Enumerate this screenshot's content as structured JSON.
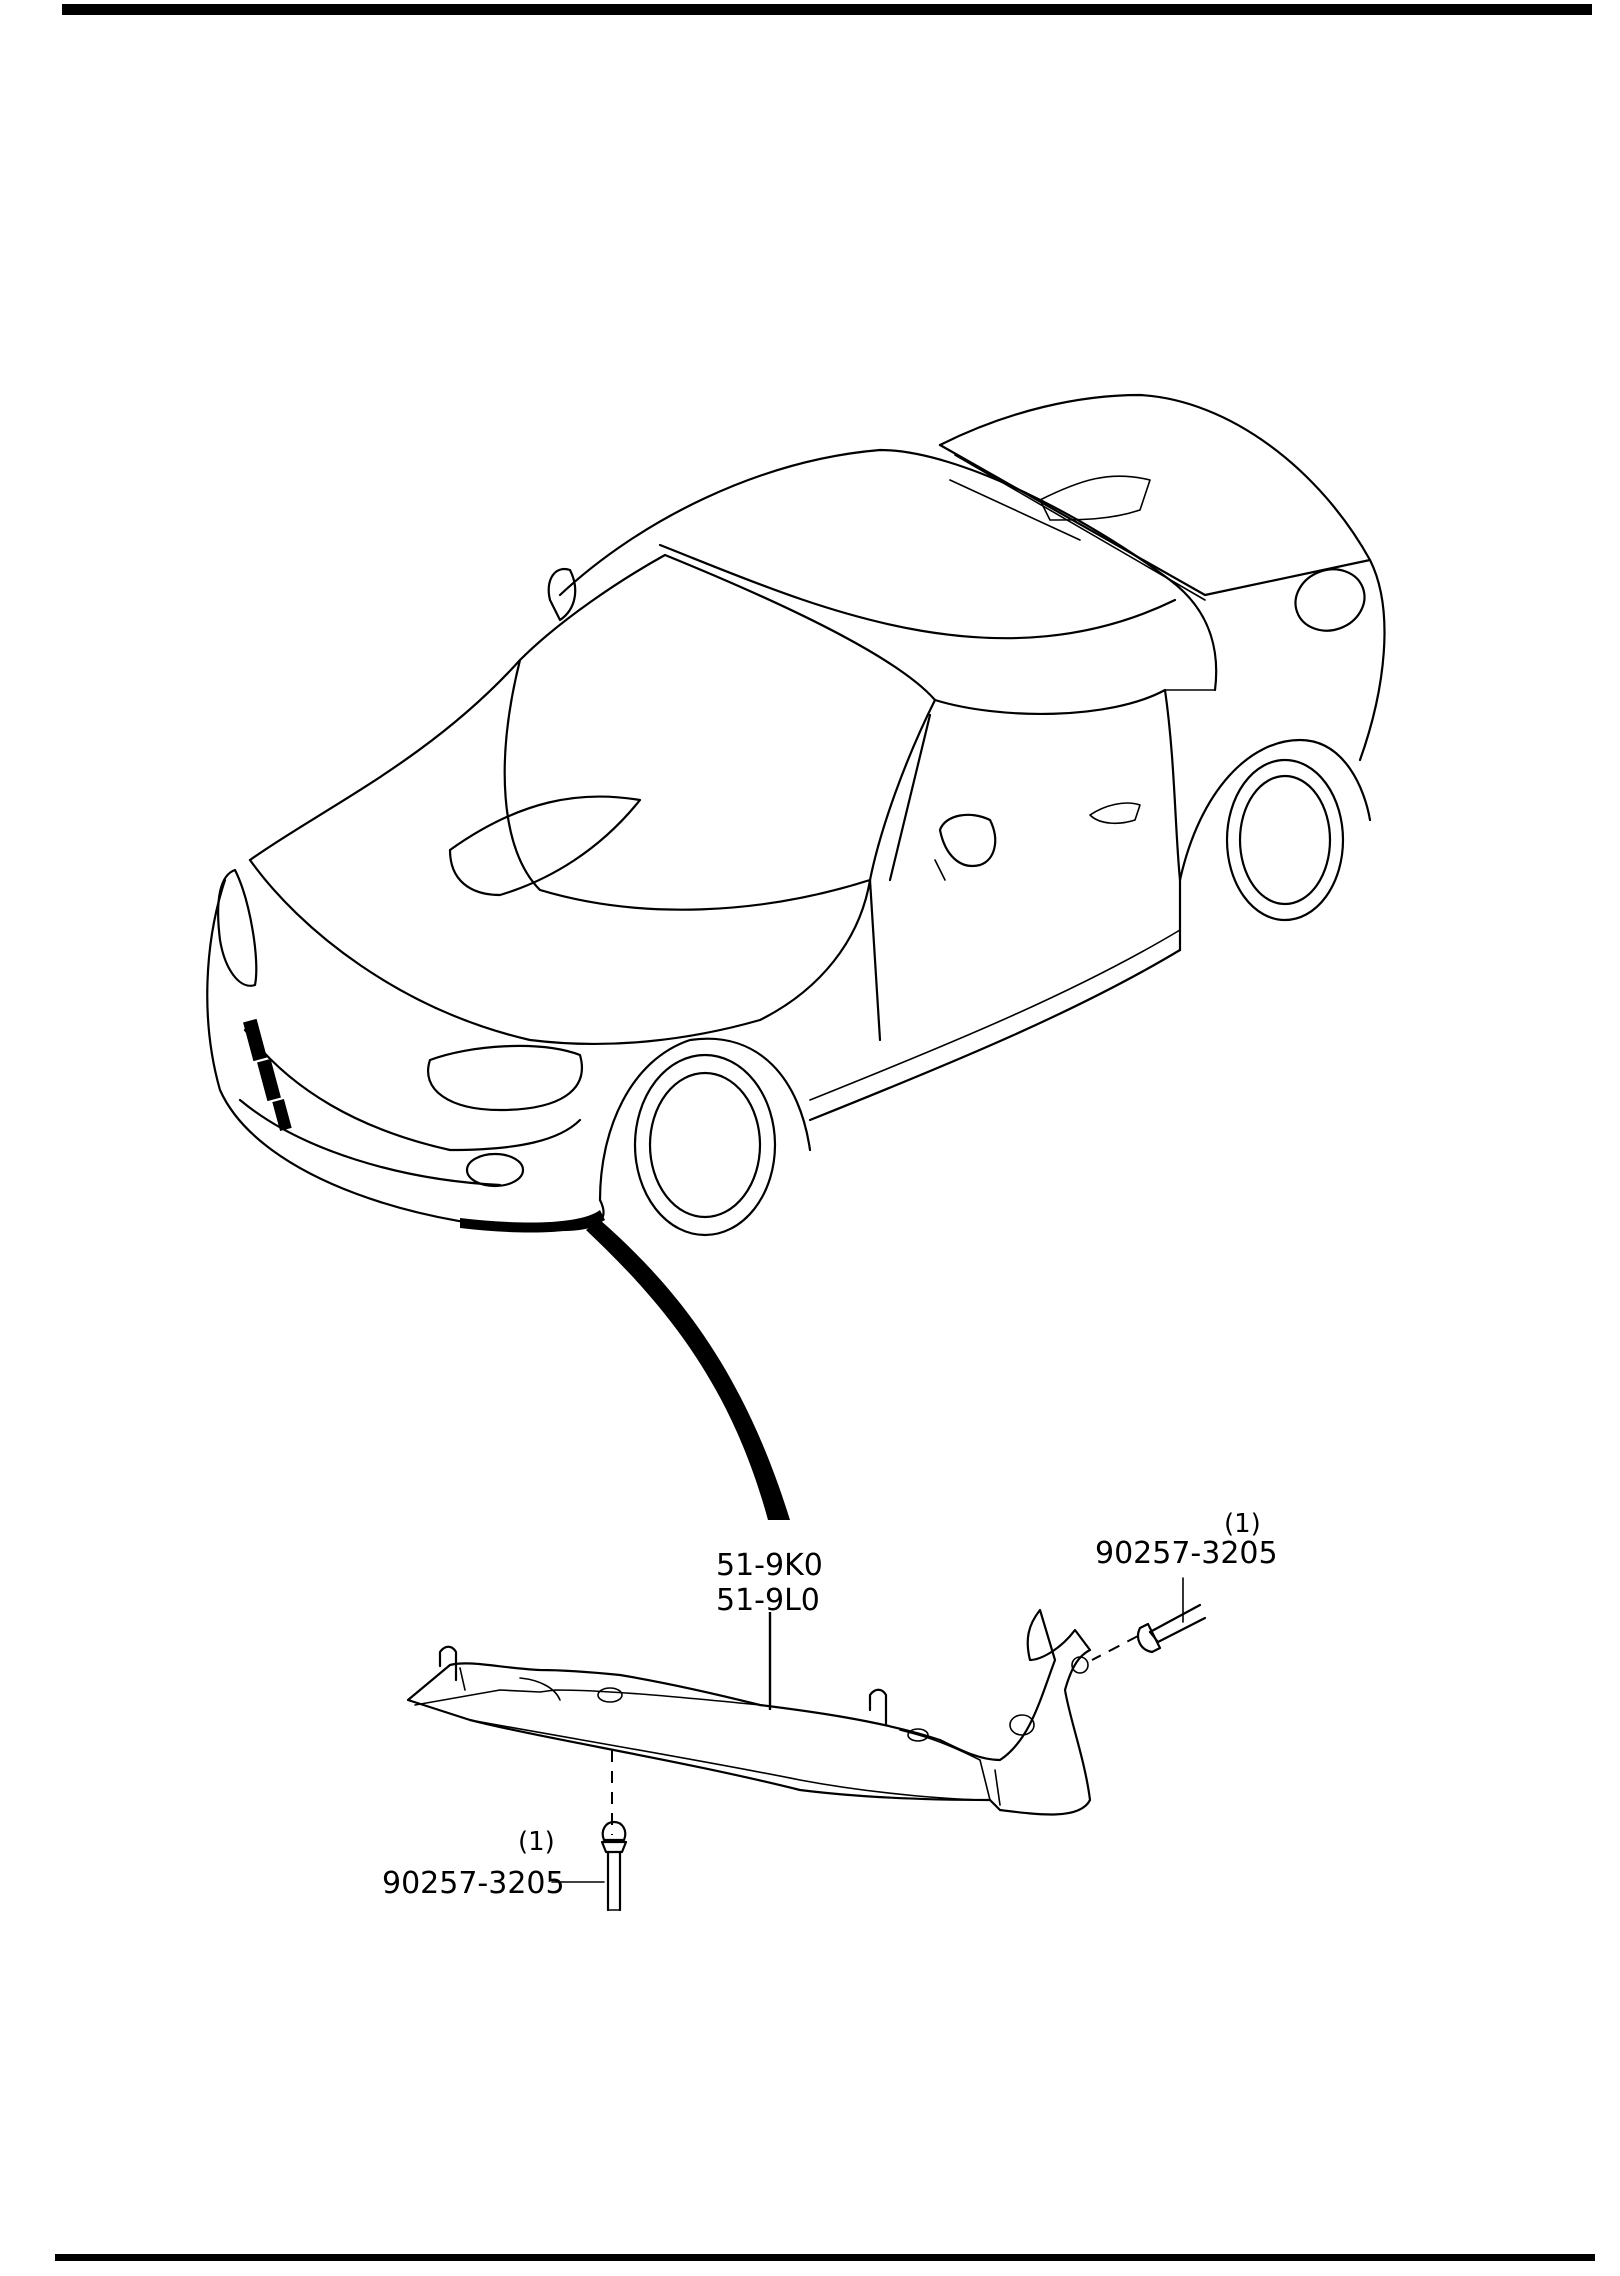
{
  "diagram": {
    "parts": [
      {
        "part_number": "51-9K0"
      },
      {
        "part_number": "51-9L0"
      }
    ],
    "fasteners": [
      {
        "part_number": "90257-3205",
        "quantity": "(1)"
      },
      {
        "part_number": "90257-3205",
        "quantity": "(1)"
      }
    ]
  }
}
